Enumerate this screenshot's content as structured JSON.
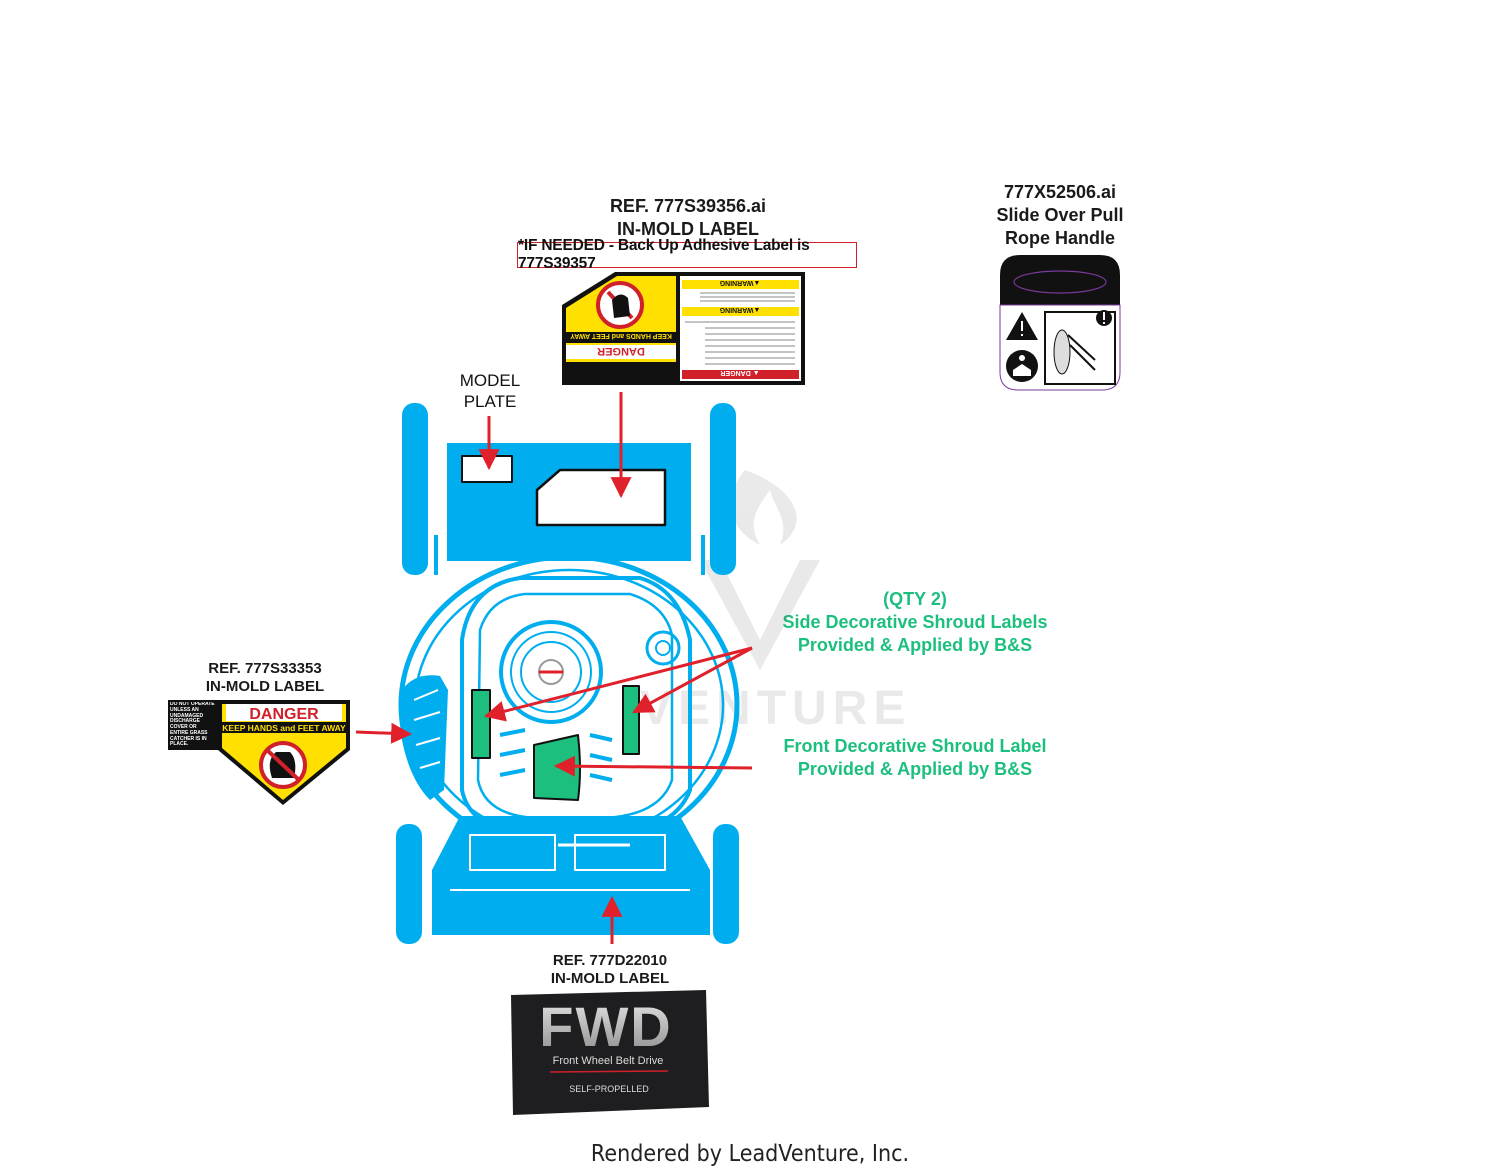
{
  "labels": {
    "top_center_ref": "REF. 777S39356.ai",
    "top_center_type": "IN-MOLD LABEL",
    "backup_note": "*IF NEEDED - Back Up Adhesive Label is 777S39357",
    "top_right_ref": "777X52506.ai",
    "top_right_line1": "Slide Over Pull",
    "top_right_line2": "Rope Handle",
    "model_plate_line1": "MODEL",
    "model_plate_line2": "PLATE",
    "left_ref": "REF. 777S33353",
    "left_type": "IN-MOLD LABEL",
    "side_qty": "(QTY 2)",
    "side_line1": "Side Decorative Shroud Labels",
    "side_line2": "Provided & Applied by B&S",
    "front_line1": "Front Decorative Shroud Label",
    "front_line2": "Provided & Applied by B&S",
    "bottom_ref": "REF. 777D22010",
    "bottom_type": "IN-MOLD LABEL"
  },
  "danger_label_small": {
    "side_text": "DO NOT OPERATE UNLESS AN UNDAMAGED DISCHARGE COVER OR ENTIRE GRASS CATCHER IS IN PLACE.",
    "heading": "DANGER",
    "subheading": "KEEP HANDS and FEET AWAY"
  },
  "danger_label_large": {
    "heading": "DANGER",
    "subheading": "KEEP HANDS and FEET AWAY",
    "warning_1": "▲WARNING",
    "warning_2": "▲WARNING",
    "danger_small": "▲ DANGER"
  },
  "fwd_label": {
    "title": "FWD",
    "subtitle": "Front Wheel Belt Drive",
    "footer": "SELF-PROPELLED"
  },
  "watermark": "VENTURE",
  "footer_text": "Rendered by LeadVenture, Inc.",
  "colors": {
    "mower_blue": "#00aeef",
    "shroud_green": "#1dbf7e",
    "arrow_red": "#e0202a",
    "danger_yellow": "#ffe000",
    "danger_red": "#d0202a"
  }
}
